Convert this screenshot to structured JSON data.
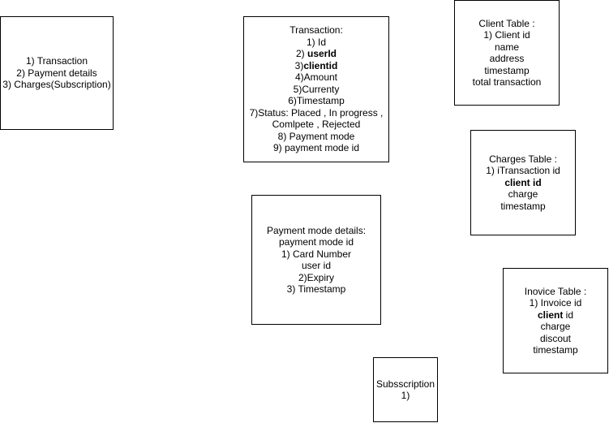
{
  "overview": {
    "lines": [
      "1) Transaction",
      "2) Payment details",
      "3) Charges(Subscription)"
    ]
  },
  "transaction": {
    "title": "Transaction:",
    "item1": "1) Id",
    "item2_prefix": "2) ",
    "item2_bold": "userId",
    "item3_prefix": "3)",
    "item3_bold": "clientid",
    "item4": "4)Amount",
    "item5": "5)Currenty",
    "item6": "6)Timestamp",
    "item7a": "7)Status: Placed , In progress ,",
    "item7b": "Comlpete , Rejected",
    "item8": "8) Payment mode",
    "item9": "9) payment mode id"
  },
  "client_table": {
    "title": "Client Table :",
    "lines": [
      "1) Client id",
      "name",
      "address",
      "timestamp",
      "total transaction"
    ]
  },
  "charges_table": {
    "title": "Charges Table :",
    "line1": "1) iTransaction id",
    "line2_bold": "client id",
    "line3": "charge",
    "line4": "timestamp"
  },
  "payment_mode": {
    "title": "Payment mode details:",
    "lines": [
      "payment mode id",
      "1) Card Number",
      "user id",
      "2)Expiry",
      "3) Timestamp"
    ]
  },
  "invoice_table": {
    "title": "Inovice Table :",
    "line1": "1) Invoice  id",
    "line2_bold": "client",
    "line2_rest": " id",
    "line3": "charge",
    "line4": "discout",
    "line5": "timestamp"
  },
  "subscription": {
    "title": "Subsscription",
    "line1": "1)"
  }
}
